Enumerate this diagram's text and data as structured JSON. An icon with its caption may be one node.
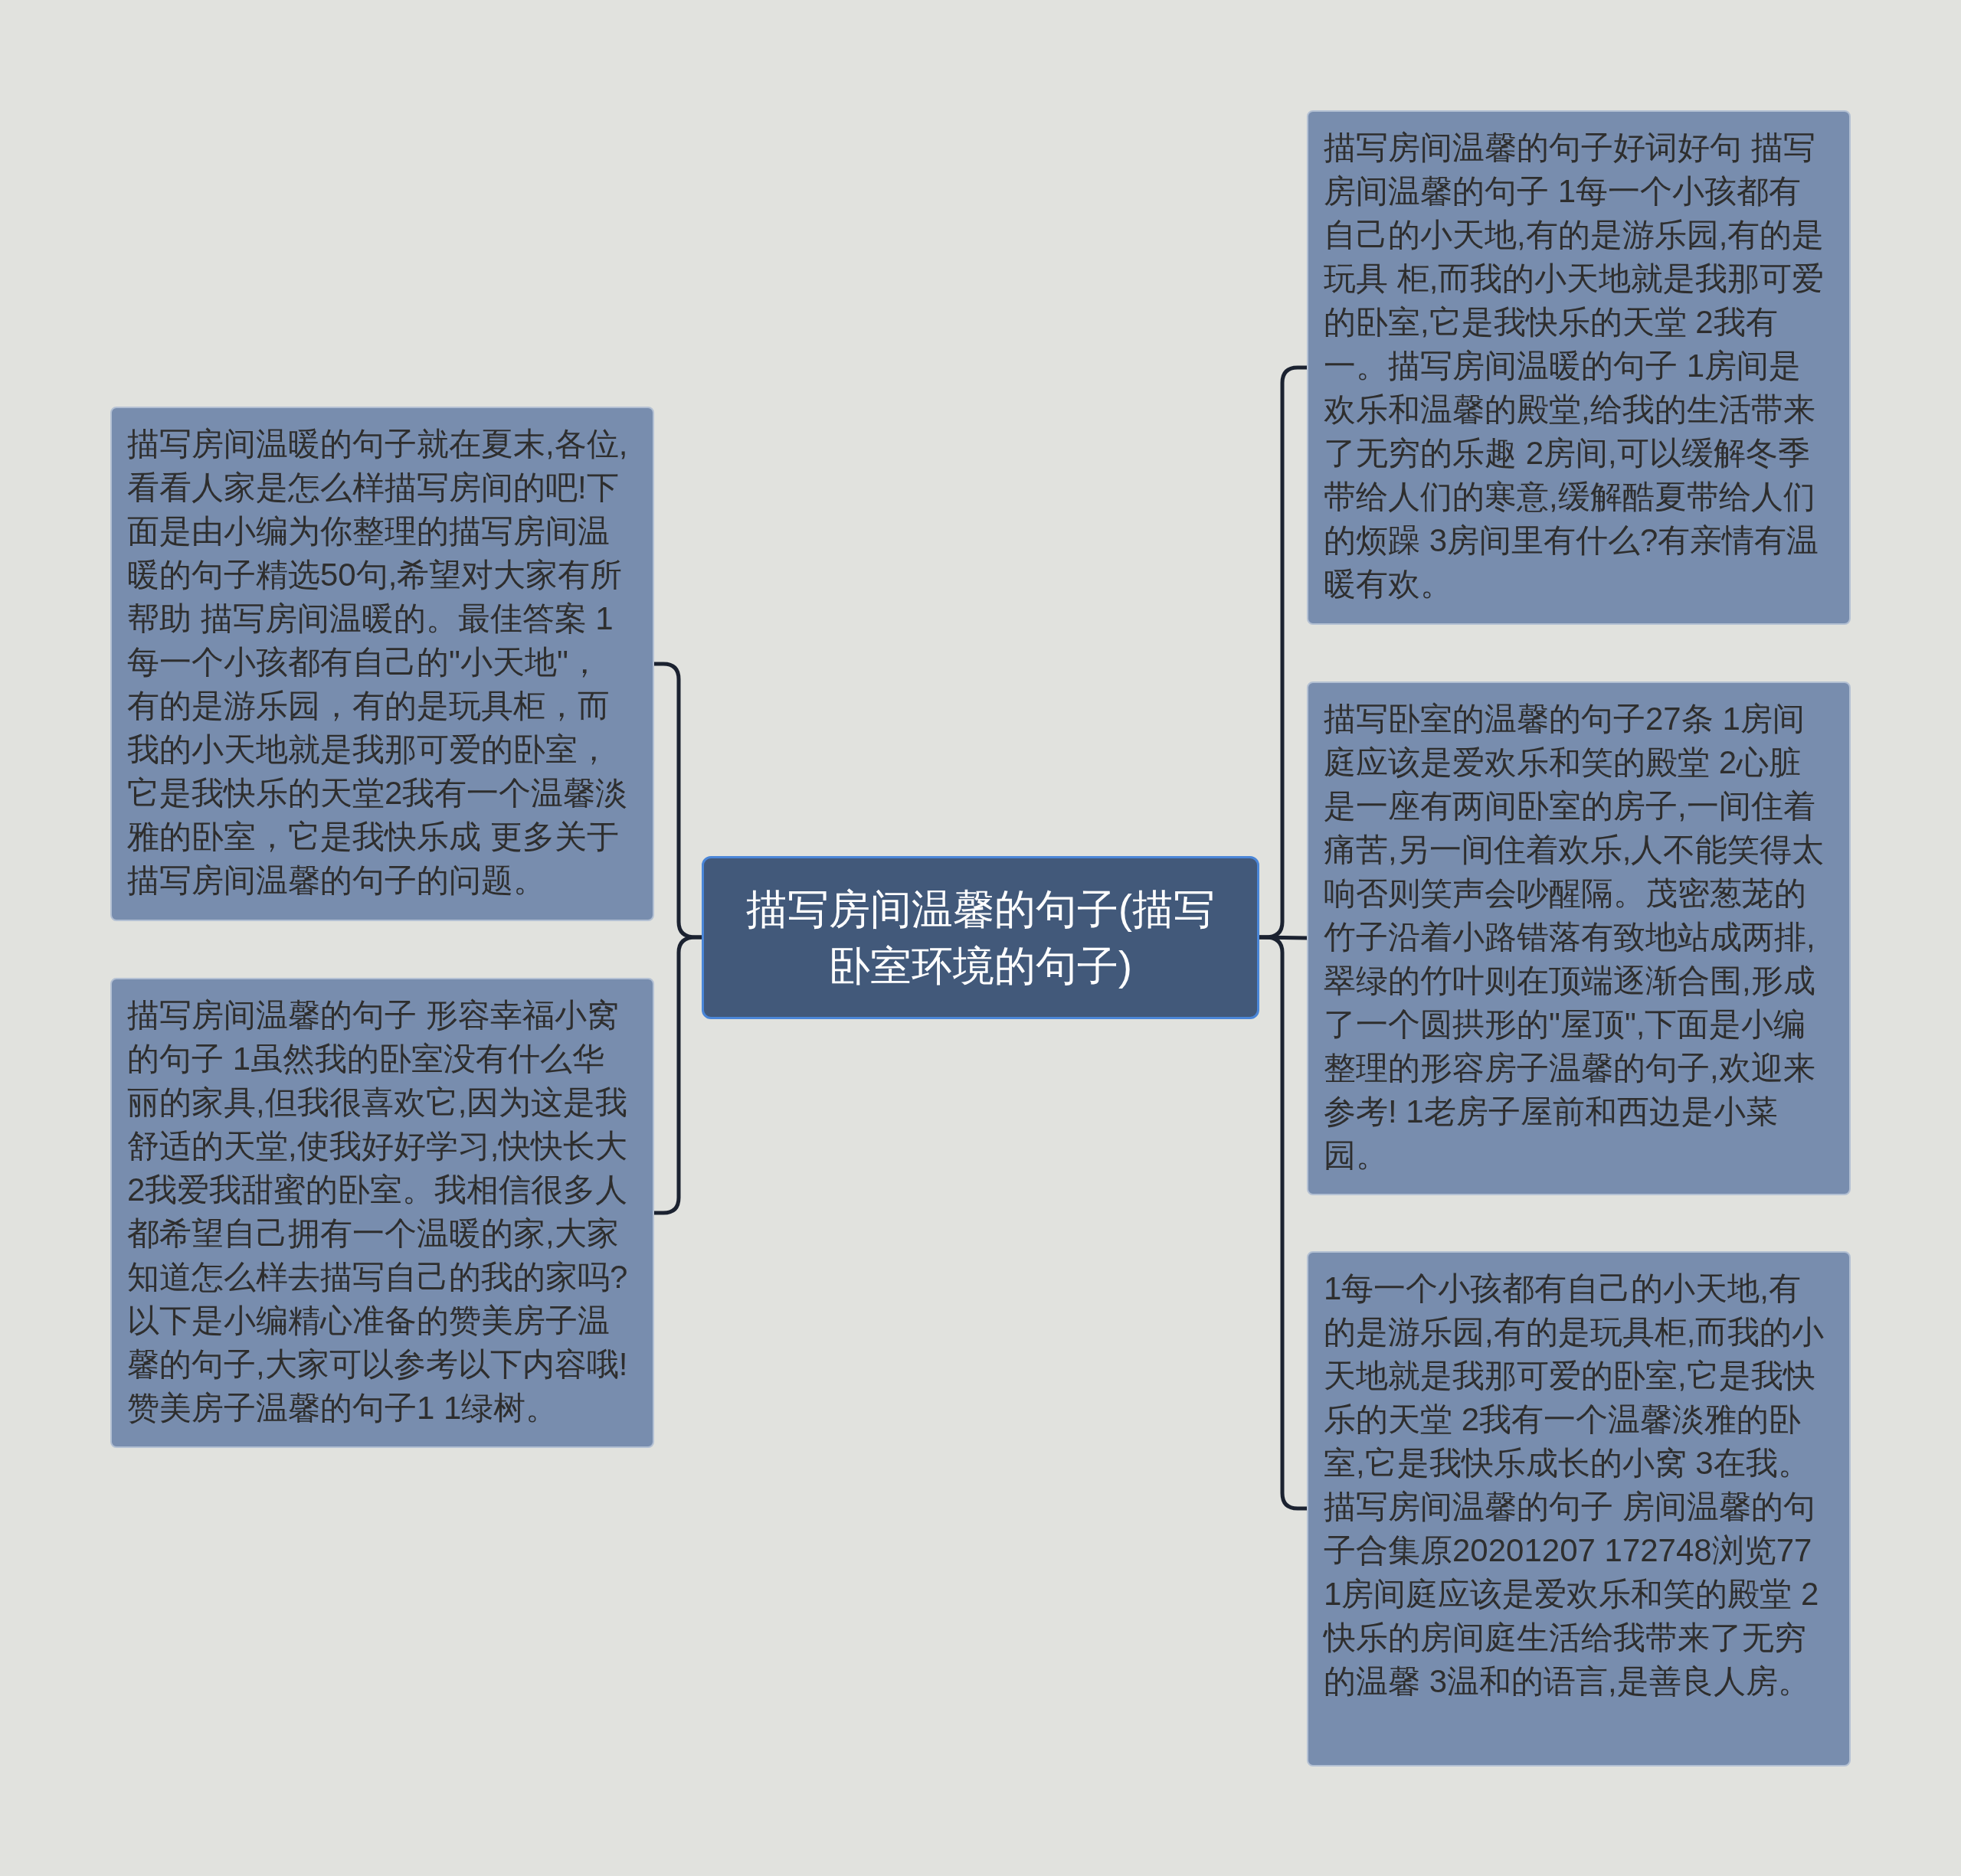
{
  "diagram": {
    "nodes": [
      {
        "text": [
          "描写房间温馨的句子(描写卧室环境的句子)"
        ]
      },
      {
        "text": [
          "描写房间温暖的句子就在夏末,各位,看看人家是怎么样描写房间的吧!下面是由小编为你整理的描写房间温暖的句子精选50句,希望对大家有所帮助 描写房间温暖的。最佳答案 1每一个小孩都有自己的\"小天地\"，有的是游乐园，有的是玩具柜，而我的小天地就是我那可爱的卧室，它是我快乐的天堂2我有一个温馨淡雅的卧室，它是我快乐成 更多关于描写房间温馨的句子的问题。"
        ]
      },
      {
        "text": [
          "描写房间温馨的句子 形容幸福小窝的句子 1虽然我的卧室没有什么华丽的家具,但我很喜欢它,因为这是我舒适的天堂,使我好好学习,快快长大 2我爱我甜蜜的卧室。我相信很多人都希望自己拥有一个温暖的家,大家知道怎么样去描写自己的我的家吗?以下是小编精心准备的赞美房子温馨的句子,大家可以参考以下内容哦! 赞美房子温馨的句子1 1绿树。"
        ]
      },
      {
        "text": [
          "描写房间温馨的句子好词好句 描写房间温馨的句子 1每一个小孩都有自己的小天地,有的是游乐园,有的是玩具 柜,而我的小天地就是我那可爱的卧室,它是我快乐的天堂 2我有一。描写房间温暖的句子 1房间是欢乐和温馨的殿堂,给我的生活带来了无穷的乐趣 2房间,可以缓解冬季带给人们的寒意,缓解酷夏带给人们的烦躁 3房间里有什么?有亲情有温暖有欢。"
        ]
      },
      {
        "text": [
          "描写卧室的温馨的句子27条 1房间庭应该是爱欢乐和笑的殿堂 2心脏是一座有两间卧室的房子,一间住着痛苦,另一间住着欢乐,人不能笑得太响否则笑声会吵醒隔。茂密葱茏的竹子沿着小路错落有致地站成两排,翠绿的竹叶则在顶端逐渐合围,形成了一个圆拱形的\"屋顶\",下面是小编整理的形容房子温馨的句子,欢迎来参考! 1老房子屋前和西边是小菜园。"
        ]
      },
      {
        "text": [
          "1每一个小孩都有自己的小天地,有的是游乐园,有的是玩具柜,而我的小天地就是我那可爱的卧室,它是我快乐的天堂 2我有一个温馨淡雅的卧室,它是我快乐成长的小窝 3在我。描写房间温馨的句子 房间温馨的句子合集原20201207 172748浏览77 1房间庭应该是爱欢乐和笑的殿堂 2快乐的房间庭生活给我带来了无穷的温馨 3温和的语言,是善良人房。"
        ]
      }
    ],
    "edges": [
      {
        "from": 0,
        "to": 1,
        "arrow": "none"
      },
      {
        "from": 0,
        "to": 2,
        "arrow": "none"
      },
      {
        "from": 0,
        "to": 3,
        "arrow": "none"
      },
      {
        "from": 0,
        "to": 4,
        "arrow": "none"
      },
      {
        "from": 0,
        "to": 5,
        "arrow": "none"
      }
    ]
  }
}
